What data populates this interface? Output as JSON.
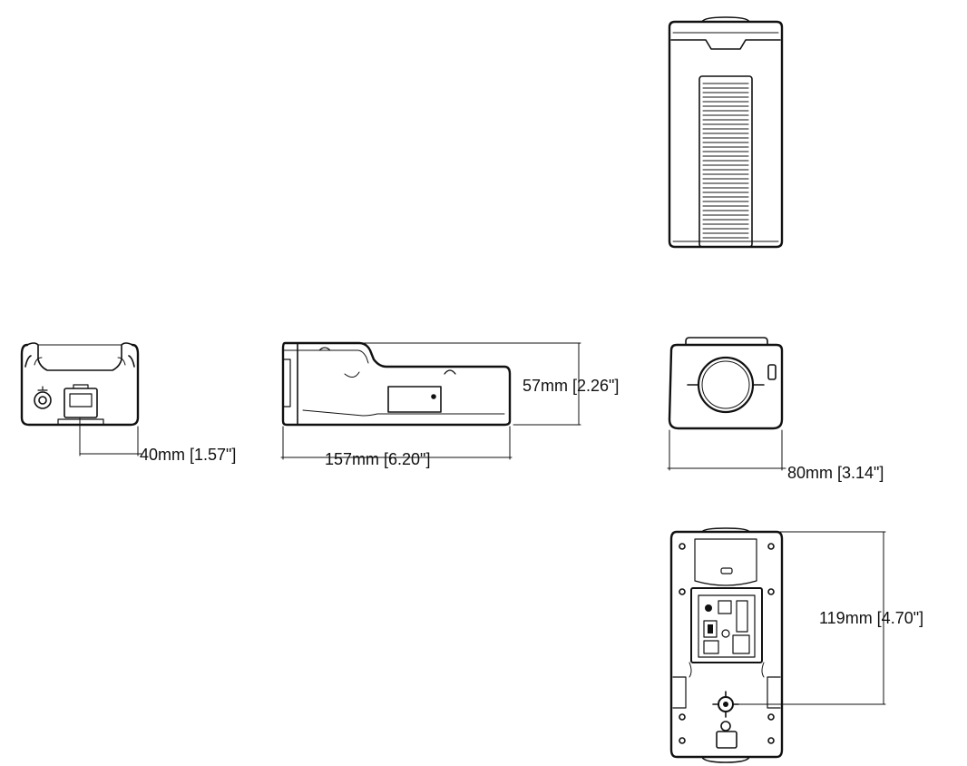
{
  "dimensions": {
    "depth": "40mm [1.57\"]",
    "length": "157mm [6.20\"]",
    "height": "57mm [2.26\"]",
    "width": "80mm [3.14\"]",
    "full_height": "119mm [4.70\"]"
  },
  "colors": {
    "line": "#111111",
    "background": "#ffffff"
  }
}
